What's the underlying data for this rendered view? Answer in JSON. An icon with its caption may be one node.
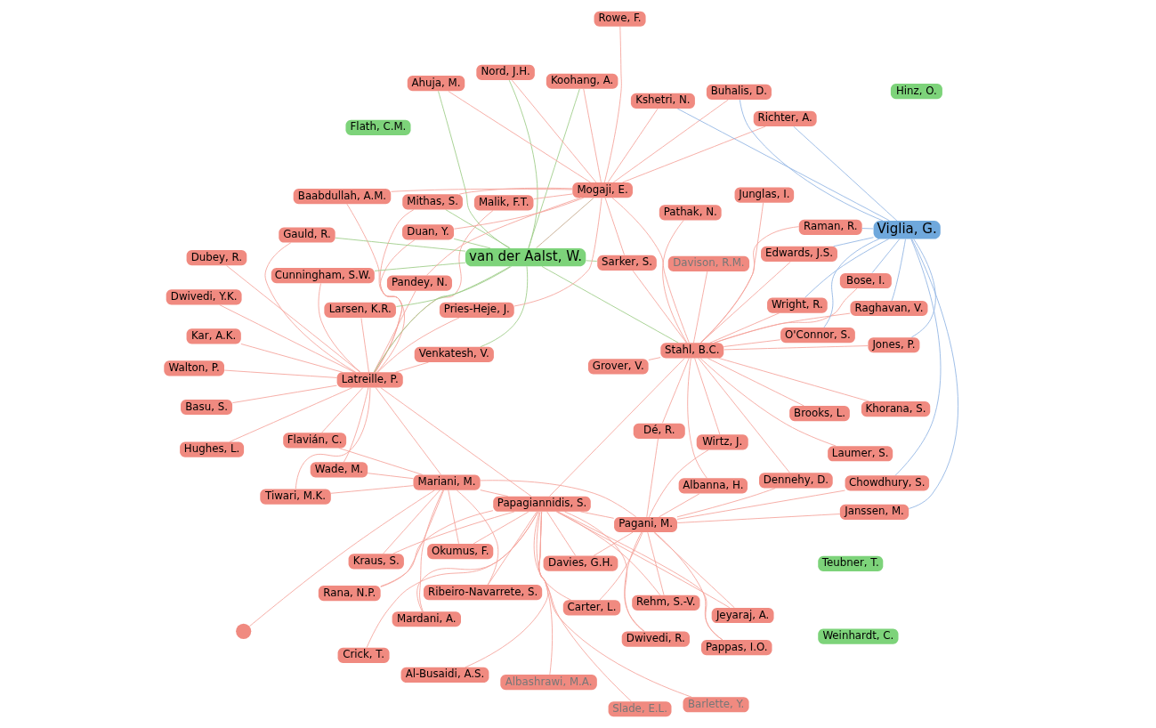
{
  "diagram": {
    "nodes": [
      {
        "text": [
          "Kraus, S."
        ]
      },
      {
        "text": [
          "Jeyaraj, A."
        ]
      },
      {
        "text": [
          "Tiwari, M.K."
        ]
      },
      {
        "text": [
          "Davies, G.H."
        ]
      },
      {
        "text": [
          "Pries-Heje, J."
        ]
      },
      {
        "text": [
          "Crick, T."
        ]
      },
      {
        "text": [
          "Al-Busaidi, A.S."
        ]
      },
      {
        "text": [
          "Pappas, I.O."
        ]
      },
      {
        "text": [
          "Rana, N.P."
        ]
      },
      {
        "text": [
          "Albashrawi, M.A."
        ]
      },
      {
        "text": [
          "Wade, M."
        ]
      },
      {
        "text": [
          "Baabdullah, A.M."
        ]
      },
      {
        "text": [
          "Barlette, Y."
        ]
      },
      {
        "text": [
          "Papagiannidis, S."
        ]
      },
      {
        "text": [
          "Okumus, F."
        ]
      },
      {
        "text": [
          "Rehm, S.-V."
        ]
      },
      {
        "text": [
          "Slade, E.L."
        ]
      },
      {
        "text": [
          "Dwivedi, Y.K."
        ]
      },
      {
        "text": [
          "Walton, P."
        ]
      },
      {
        "text": [
          "Mariani, M."
        ]
      },
      {
        "text": [
          "Pandey, N."
        ]
      },
      {
        "text": [],
        "shape": "circle"
      },
      {
        "text": [
          "Ribeiro-Navarrete, S."
        ]
      },
      {
        "text": [
          "Malik, F.T."
        ]
      },
      {
        "text": [
          "Junglas, I."
        ]
      },
      {
        "text": [
          "Dwivedi, R."
        ]
      },
      {
        "text": [
          "Duan, Y."
        ]
      },
      {
        "text": [
          "Flavián, C."
        ]
      },
      {
        "text": [
          "Hughes, L."
        ]
      },
      {
        "text": [
          "Pagani, M."
        ]
      },
      {
        "text": [
          "Dubey, R."
        ]
      },
      {
        "text": [
          "Mardani, A."
        ]
      },
      {
        "text": [
          "Wirtz, J."
        ]
      },
      {
        "text": [
          "Carter, L."
        ]
      },
      {
        "text": [
          "Kar, A.K."
        ]
      },
      {
        "text": [
          "Albanna, H."
        ]
      },
      {
        "text": [
          "Latreille, P."
        ]
      },
      {
        "text": [
          "Gauld, R."
        ]
      },
      {
        "text": [
          "Davison, R.M."
        ]
      },
      {
        "text": [
          "Basu, S."
        ]
      },
      {
        "text": [
          "Pathak, N."
        ]
      },
      {
        "text": [
          "Dé, R."
        ]
      },
      {
        "text": [
          "Cunningham, S.W."
        ]
      },
      {
        "text": [
          "Dennehy, D."
        ]
      },
      {
        "text": [
          "Venkatesh, V."
        ]
      },
      {
        "text": [
          "van der Aalst, W."
        ]
      },
      {
        "text": [
          "Teubner, T."
        ]
      },
      {
        "text": [
          "Larsen, K.R."
        ]
      },
      {
        "text": [
          "Stahl, B.C."
        ]
      },
      {
        "text": [
          "Raghavan, V."
        ]
      },
      {
        "text": [
          "Jones, P."
        ]
      },
      {
        "text": [
          "Ahuja, M."
        ]
      },
      {
        "text": [
          "Hinz, O."
        ]
      },
      {
        "text": [
          "Richter, A."
        ]
      },
      {
        "text": [
          "Raman, R."
        ]
      },
      {
        "text": [
          "Mithas, S."
        ]
      },
      {
        "text": [
          "Flath, C.M."
        ]
      },
      {
        "text": [
          "Koohang, A."
        ]
      },
      {
        "text": [
          "Laumer, S."
        ]
      },
      {
        "text": [
          "O'Connor, S."
        ]
      },
      {
        "text": [
          "Chowdhury, S."
        ]
      },
      {
        "text": [
          "Bose, I."
        ]
      },
      {
        "text": [
          "Kshetri, N."
        ]
      },
      {
        "text": [
          "Weinhardt, C."
        ]
      },
      {
        "text": [
          "Sarker, S."
        ]
      },
      {
        "text": [
          "Nord, J.H."
        ]
      },
      {
        "text": [
          "Grover, V."
        ]
      },
      {
        "text": [
          "Buhalis, D."
        ]
      },
      {
        "text": [
          "Janssen, M."
        ]
      },
      {
        "text": [
          "Wright, R."
        ]
      },
      {
        "text": [
          "Khorana, S."
        ]
      },
      {
        "text": [
          "Mogaji, E."
        ]
      },
      {
        "text": [
          "Rowe, F."
        ]
      },
      {
        "text": [
          "Edwards, J.S."
        ]
      },
      {
        "text": [
          "Brooks, L."
        ]
      },
      {
        "text": [
          "Viglia, G."
        ]
      }
    ],
    "edges": [
      {
        "from": 13,
        "to": 0,
        "arrow": "none"
      },
      {
        "from": 13,
        "to": 1,
        "arrow": "none"
      },
      {
        "from": 13,
        "to": 3,
        "arrow": "none"
      },
      {
        "from": 13,
        "to": 5,
        "arrow": "none"
      },
      {
        "from": 13,
        "to": 6,
        "arrow": "none"
      },
      {
        "from": 13,
        "to": 7,
        "arrow": "none"
      },
      {
        "from": 13,
        "to": 8,
        "arrow": "none"
      },
      {
        "from": 13,
        "to": 9,
        "arrow": "none"
      },
      {
        "from": 13,
        "to": 12,
        "arrow": "none"
      },
      {
        "from": 13,
        "to": 14,
        "arrow": "none"
      },
      {
        "from": 13,
        "to": 15,
        "arrow": "none"
      },
      {
        "from": 13,
        "to": 16,
        "arrow": "none"
      },
      {
        "from": 13,
        "to": 19,
        "arrow": "none"
      },
      {
        "from": 13,
        "to": 22,
        "arrow": "none"
      },
      {
        "from": 13,
        "to": 25,
        "arrow": "none"
      },
      {
        "from": 13,
        "to": 29,
        "arrow": "none"
      },
      {
        "from": 13,
        "to": 31,
        "arrow": "none"
      },
      {
        "from": 13,
        "to": 33,
        "arrow": "none"
      },
      {
        "from": 13,
        "to": 36,
        "arrow": "none"
      },
      {
        "from": 13,
        "to": 48,
        "arrow": "none"
      },
      {
        "from": 36,
        "to": 2,
        "arrow": "none"
      },
      {
        "from": 36,
        "to": 4,
        "arrow": "none"
      },
      {
        "from": 36,
        "to": 10,
        "arrow": "none"
      },
      {
        "from": 36,
        "to": 11,
        "arrow": "none"
      },
      {
        "from": 36,
        "to": 17,
        "arrow": "none"
      },
      {
        "from": 36,
        "to": 18,
        "arrow": "none"
      },
      {
        "from": 36,
        "to": 19,
        "arrow": "none"
      },
      {
        "from": 36,
        "to": 20,
        "arrow": "none"
      },
      {
        "from": 36,
        "to": 23,
        "arrow": "none"
      },
      {
        "from": 36,
        "to": 26,
        "arrow": "none"
      },
      {
        "from": 36,
        "to": 27,
        "arrow": "none"
      },
      {
        "from": 36,
        "to": 28,
        "arrow": "none"
      },
      {
        "from": 36,
        "to": 30,
        "arrow": "none"
      },
      {
        "from": 36,
        "to": 34,
        "arrow": "none"
      },
      {
        "from": 36,
        "to": 37,
        "arrow": "none"
      },
      {
        "from": 36,
        "to": 39,
        "arrow": "none"
      },
      {
        "from": 36,
        "to": 42,
        "arrow": "none"
      },
      {
        "from": 36,
        "to": 44,
        "arrow": "none"
      },
      {
        "from": 36,
        "to": 47,
        "arrow": "none"
      },
      {
        "from": 36,
        "to": 55,
        "arrow": "none"
      },
      {
        "from": 48,
        "to": 38,
        "arrow": "none"
      },
      {
        "from": 48,
        "to": 40,
        "arrow": "none"
      },
      {
        "from": 48,
        "to": 41,
        "arrow": "none"
      },
      {
        "from": 48,
        "to": 43,
        "arrow": "none"
      },
      {
        "from": 48,
        "to": 49,
        "arrow": "none"
      },
      {
        "from": 48,
        "to": 50,
        "arrow": "none"
      },
      {
        "from": 48,
        "to": 54,
        "arrow": "none"
      },
      {
        "from": 48,
        "to": 58,
        "arrow": "none"
      },
      {
        "from": 48,
        "to": 59,
        "arrow": "none"
      },
      {
        "from": 48,
        "to": 61,
        "arrow": "none"
      },
      {
        "from": 48,
        "to": 64,
        "arrow": "none"
      },
      {
        "from": 48,
        "to": 66,
        "arrow": "none"
      },
      {
        "from": 48,
        "to": 69,
        "arrow": "none"
      },
      {
        "from": 48,
        "to": 70,
        "arrow": "none"
      },
      {
        "from": 48,
        "to": 71,
        "arrow": "none"
      },
      {
        "from": 48,
        "to": 73,
        "arrow": "none"
      },
      {
        "from": 48,
        "to": 74,
        "arrow": "none"
      },
      {
        "from": 48,
        "to": 32,
        "arrow": "none"
      },
      {
        "from": 48,
        "to": 24,
        "arrow": "none"
      },
      {
        "from": 48,
        "to": 35,
        "arrow": "none"
      },
      {
        "from": 71,
        "to": 20,
        "arrow": "none"
      },
      {
        "from": 71,
        "to": 23,
        "arrow": "none"
      },
      {
        "from": 71,
        "to": 26,
        "arrow": "none"
      },
      {
        "from": 71,
        "to": 51,
        "arrow": "none"
      },
      {
        "from": 71,
        "to": 55,
        "arrow": "none"
      },
      {
        "from": 71,
        "to": 57,
        "arrow": "none"
      },
      {
        "from": 71,
        "to": 64,
        "arrow": "none"
      },
      {
        "from": 71,
        "to": 65,
        "arrow": "none"
      },
      {
        "from": 71,
        "to": 72,
        "arrow": "none"
      },
      {
        "from": 71,
        "to": 11,
        "arrow": "none"
      },
      {
        "from": 71,
        "to": 4,
        "arrow": "none"
      },
      {
        "from": 71,
        "to": 62,
        "arrow": "none"
      },
      {
        "from": 71,
        "to": 67,
        "arrow": "none"
      },
      {
        "from": 71,
        "to": 53,
        "arrow": "none"
      },
      {
        "from": 19,
        "to": 0,
        "arrow": "none"
      },
      {
        "from": 19,
        "to": 2,
        "arrow": "none"
      },
      {
        "from": 19,
        "to": 8,
        "arrow": "none"
      },
      {
        "from": 19,
        "to": 10,
        "arrow": "none"
      },
      {
        "from": 19,
        "to": 14,
        "arrow": "none"
      },
      {
        "from": 19,
        "to": 21,
        "arrow": "none"
      },
      {
        "from": 19,
        "to": 22,
        "arrow": "none"
      },
      {
        "from": 19,
        "to": 27,
        "arrow": "none"
      },
      {
        "from": 19,
        "to": 29,
        "arrow": "none"
      },
      {
        "from": 19,
        "to": 31,
        "arrow": "none"
      },
      {
        "from": 29,
        "to": 1,
        "arrow": "none"
      },
      {
        "from": 29,
        "to": 3,
        "arrow": "none"
      },
      {
        "from": 29,
        "to": 7,
        "arrow": "none"
      },
      {
        "from": 29,
        "to": 15,
        "arrow": "none"
      },
      {
        "from": 29,
        "to": 25,
        "arrow": "none"
      },
      {
        "from": 29,
        "to": 32,
        "arrow": "none"
      },
      {
        "from": 29,
        "to": 33,
        "arrow": "none"
      },
      {
        "from": 29,
        "to": 35,
        "arrow": "none"
      },
      {
        "from": 29,
        "to": 41,
        "arrow": "none"
      },
      {
        "from": 29,
        "to": 43,
        "arrow": "none"
      },
      {
        "from": 29,
        "to": 60,
        "arrow": "none"
      },
      {
        "from": 29,
        "to": 68,
        "arrow": "none"
      },
      {
        "from": 45,
        "to": 42,
        "arrow": "none",
        "color": "#9ccc86"
      },
      {
        "from": 45,
        "to": 37,
        "arrow": "none",
        "color": "#9ccc86"
      },
      {
        "from": 45,
        "to": 51,
        "arrow": "none",
        "color": "#9ccc86"
      },
      {
        "from": 45,
        "to": 55,
        "arrow": "none",
        "color": "#9ccc86"
      },
      {
        "from": 45,
        "to": 57,
        "arrow": "none",
        "color": "#9ccc86"
      },
      {
        "from": 45,
        "to": 65,
        "arrow": "none",
        "color": "#9ccc86"
      },
      {
        "from": 45,
        "to": 64,
        "arrow": "none",
        "color": "#9ccc86"
      },
      {
        "from": 45,
        "to": 44,
        "arrow": "none",
        "color": "#9ccc86"
      },
      {
        "from": 45,
        "to": 36,
        "arrow": "none",
        "color": "#9ccc86"
      },
      {
        "from": 45,
        "to": 47,
        "arrow": "none",
        "color": "#9ccc86"
      },
      {
        "from": 45,
        "to": 48,
        "arrow": "none",
        "color": "#9ccc86"
      },
      {
        "from": 45,
        "to": 26,
        "arrow": "none",
        "color": "#9ccc86"
      },
      {
        "from": 45,
        "to": 71,
        "arrow": "none",
        "color": "#c4a88a"
      },
      {
        "from": 75,
        "to": 67,
        "arrow": "none",
        "color": "#8fb3e3"
      },
      {
        "from": 75,
        "to": 62,
        "arrow": "none",
        "color": "#8fb3e3"
      },
      {
        "from": 75,
        "to": 60,
        "arrow": "none",
        "color": "#8fb3e3"
      },
      {
        "from": 75,
        "to": 61,
        "arrow": "none",
        "color": "#8fb3e3"
      },
      {
        "from": 75,
        "to": 68,
        "arrow": "none",
        "color": "#8fb3e3"
      },
      {
        "from": 75,
        "to": 69,
        "arrow": "none",
        "color": "#8fb3e3"
      },
      {
        "from": 75,
        "to": 49,
        "arrow": "none",
        "color": "#8fb3e3"
      },
      {
        "from": 75,
        "to": 50,
        "arrow": "none",
        "color": "#8fb3e3"
      },
      {
        "from": 75,
        "to": 59,
        "arrow": "none",
        "color": "#8fb3e3"
      },
      {
        "from": 75,
        "to": 53,
        "arrow": "none",
        "color": "#8fb3e3"
      },
      {
        "from": 75,
        "to": 54,
        "arrow": "none",
        "color": "#8fb3e3"
      },
      {
        "from": 75,
        "to": 73,
        "arrow": "none",
        "color": "#8fb3e3"
      }
    ]
  }
}
